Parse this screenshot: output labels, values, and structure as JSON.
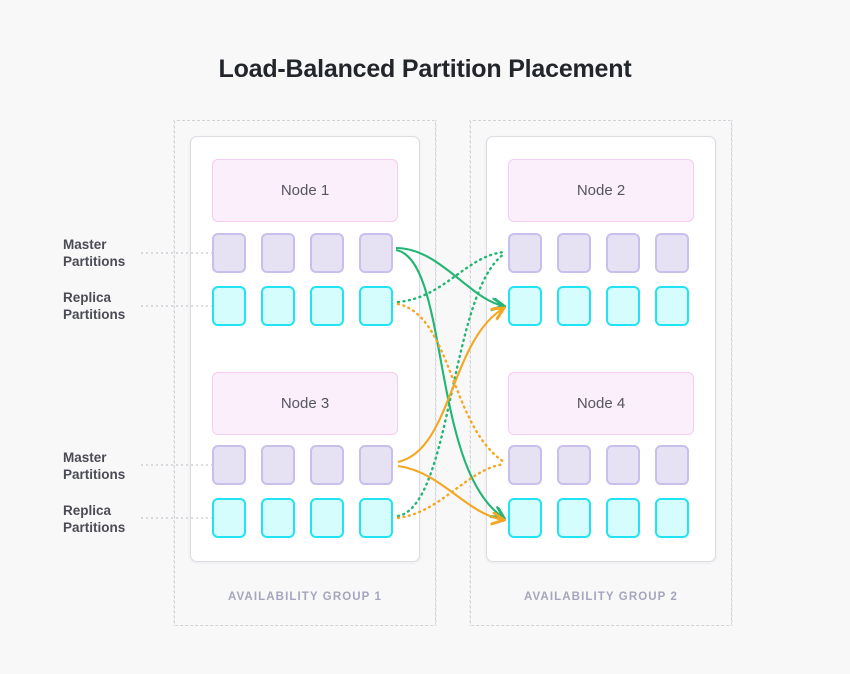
{
  "page": {
    "title": "Load-Balanced Partition Placement",
    "background_color": "#f8f8f9"
  },
  "colors": {
    "title_text": "#22252a",
    "node_fill": "#fbeffb",
    "node_border": "#f4cdf0",
    "master_fill": "#e6e2f4",
    "master_border": "#c9bfec",
    "replica_fill": "#d6fdfd",
    "replica_border": "#21e3f3",
    "group_label": "#a5a5bd",
    "group_border": "#d2d2d8",
    "card_border": "#dcdce2",
    "flow_green": "#22b573",
    "flow_orange": "#f5a623",
    "leader_line": "#b9b9c4"
  },
  "groups": [
    {
      "label": "AVAILABILITY GROUP 1",
      "nodes": [
        {
          "name": "Node 1",
          "rows": [
            {
              "kind": "master",
              "label": "Master Partitions",
              "count": 4
            },
            {
              "kind": "replica",
              "label": "Replica Partitions",
              "count": 4
            }
          ]
        },
        {
          "name": "Node 3",
          "rows": [
            {
              "kind": "master",
              "label": "Master Partitions",
              "count": 4
            },
            {
              "kind": "replica",
              "label": "Replica Partitions",
              "count": 4
            }
          ]
        }
      ]
    },
    {
      "label": "AVAILABILITY GROUP 2",
      "nodes": [
        {
          "name": "Node 2",
          "rows": [
            {
              "kind": "master",
              "label": "Master Partitions",
              "count": 4
            },
            {
              "kind": "replica",
              "label": "Replica Partitions",
              "count": 4
            }
          ]
        },
        {
          "name": "Node 4",
          "rows": [
            {
              "kind": "master",
              "label": "Master Partitions",
              "count": 4
            },
            {
              "kind": "replica",
              "label": "Replica Partitions",
              "count": 4
            }
          ]
        }
      ]
    }
  ],
  "side_labels": [
    {
      "id": "master-top",
      "line1": "Master",
      "line2": "Partitions"
    },
    {
      "id": "replica-top",
      "line1": "Replica",
      "line2": "Partitions"
    },
    {
      "id": "master-bottom",
      "line1": "Master",
      "line2": "Partitions"
    },
    {
      "id": "replica-bottom",
      "line1": "Replica",
      "line2": "Partitions"
    }
  ],
  "flows": [
    {
      "id": "n1-master-to-n2-replica",
      "color": "#22b573",
      "style": "solid",
      "arrow": true,
      "from": "Node 1 master",
      "to": "Node 2 replica"
    },
    {
      "id": "n1-replica-to-n2-master",
      "color": "#22b573",
      "style": "dotted",
      "arrow": false,
      "from": "Node 1 replica",
      "to": "Node 2 master"
    },
    {
      "id": "n1-master-to-n4-replica",
      "color": "#22b573",
      "style": "solid",
      "arrow": true,
      "from": "Node 1 master",
      "to": "Node 4 replica"
    },
    {
      "id": "n3-replica-to-n2-master",
      "color": "#22b573",
      "style": "dotted",
      "arrow": false,
      "from": "Node 3 replica",
      "to": "Node 2 master"
    },
    {
      "id": "n3-master-to-n2-replica",
      "color": "#f5a623",
      "style": "solid",
      "arrow": true,
      "from": "Node 3 master",
      "to": "Node 2 replica"
    },
    {
      "id": "n3-master-to-n4-replica",
      "color": "#f5a623",
      "style": "solid",
      "arrow": true,
      "from": "Node 3 master",
      "to": "Node 4 replica"
    },
    {
      "id": "n1-replica-to-n4-master",
      "color": "#f5a623",
      "style": "dotted",
      "arrow": false,
      "from": "Node 1 replica",
      "to": "Node 4 master"
    },
    {
      "id": "n3-replica-to-n4-master",
      "color": "#f5a623",
      "style": "dotted",
      "arrow": false,
      "from": "Node 3 replica",
      "to": "Node 4 master"
    }
  ]
}
